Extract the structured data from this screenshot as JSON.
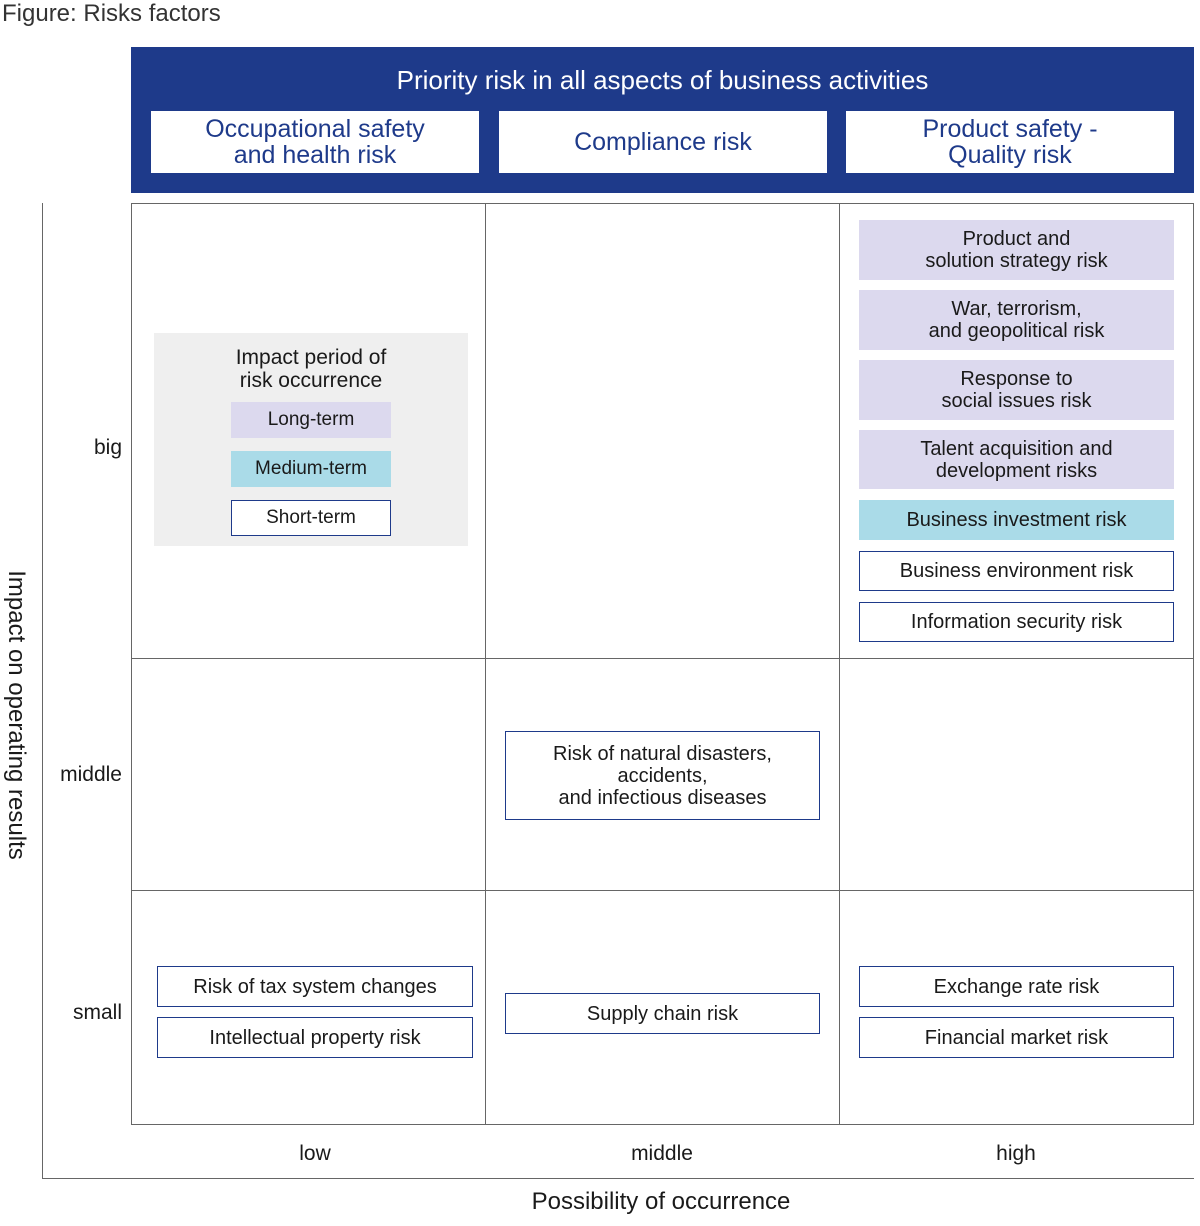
{
  "figure_title": "Figure: Risks factors",
  "banner": {
    "title": "Priority risk in all aspects of business activities",
    "boxes": [
      "Occupational safety\nand health risk",
      "Compliance risk",
      "Product safety -\nQuality risk"
    ]
  },
  "axes": {
    "y_title": "Impact on operating results",
    "x_title": "Possibility of occurrence",
    "rows": [
      "big",
      "middle",
      "small"
    ],
    "cols": [
      "low",
      "middle",
      "high"
    ]
  },
  "legend": {
    "title": "Impact period of\nrisk occurrence",
    "long": "Long-term",
    "medium": "Medium-term",
    "short": "Short-term"
  },
  "colors": {
    "banner": "#1e3a8a",
    "long_term": "#dcd9ee",
    "medium_term": "#aadbe8",
    "short_term": "#ffffff"
  },
  "risks": {
    "big_high": [
      {
        "label": "Product and\nsolution strategy risk",
        "period": "long"
      },
      {
        "label": "War, terrorism,\nand geopolitical risk",
        "period": "long"
      },
      {
        "label": "Response to\nsocial issues risk",
        "period": "long"
      },
      {
        "label": "Talent acquisition and\ndevelopment risks",
        "period": "long"
      },
      {
        "label": "Business investment risk",
        "period": "medium"
      },
      {
        "label": "Business environment risk",
        "period": "short"
      },
      {
        "label": "Information security risk",
        "period": "short"
      }
    ],
    "middle_middle": [
      {
        "label": "Risk of natural disasters,\naccidents,\nand infectious diseases",
        "period": "short"
      }
    ],
    "small_low": [
      {
        "label": "Risk of tax system changes",
        "period": "short"
      },
      {
        "label": "Intellectual property risk",
        "period": "short"
      }
    ],
    "small_middle": [
      {
        "label": "Supply chain risk",
        "period": "short"
      }
    ],
    "small_high": [
      {
        "label": "Exchange rate risk",
        "period": "short"
      },
      {
        "label": "Financial market risk",
        "period": "short"
      }
    ]
  }
}
